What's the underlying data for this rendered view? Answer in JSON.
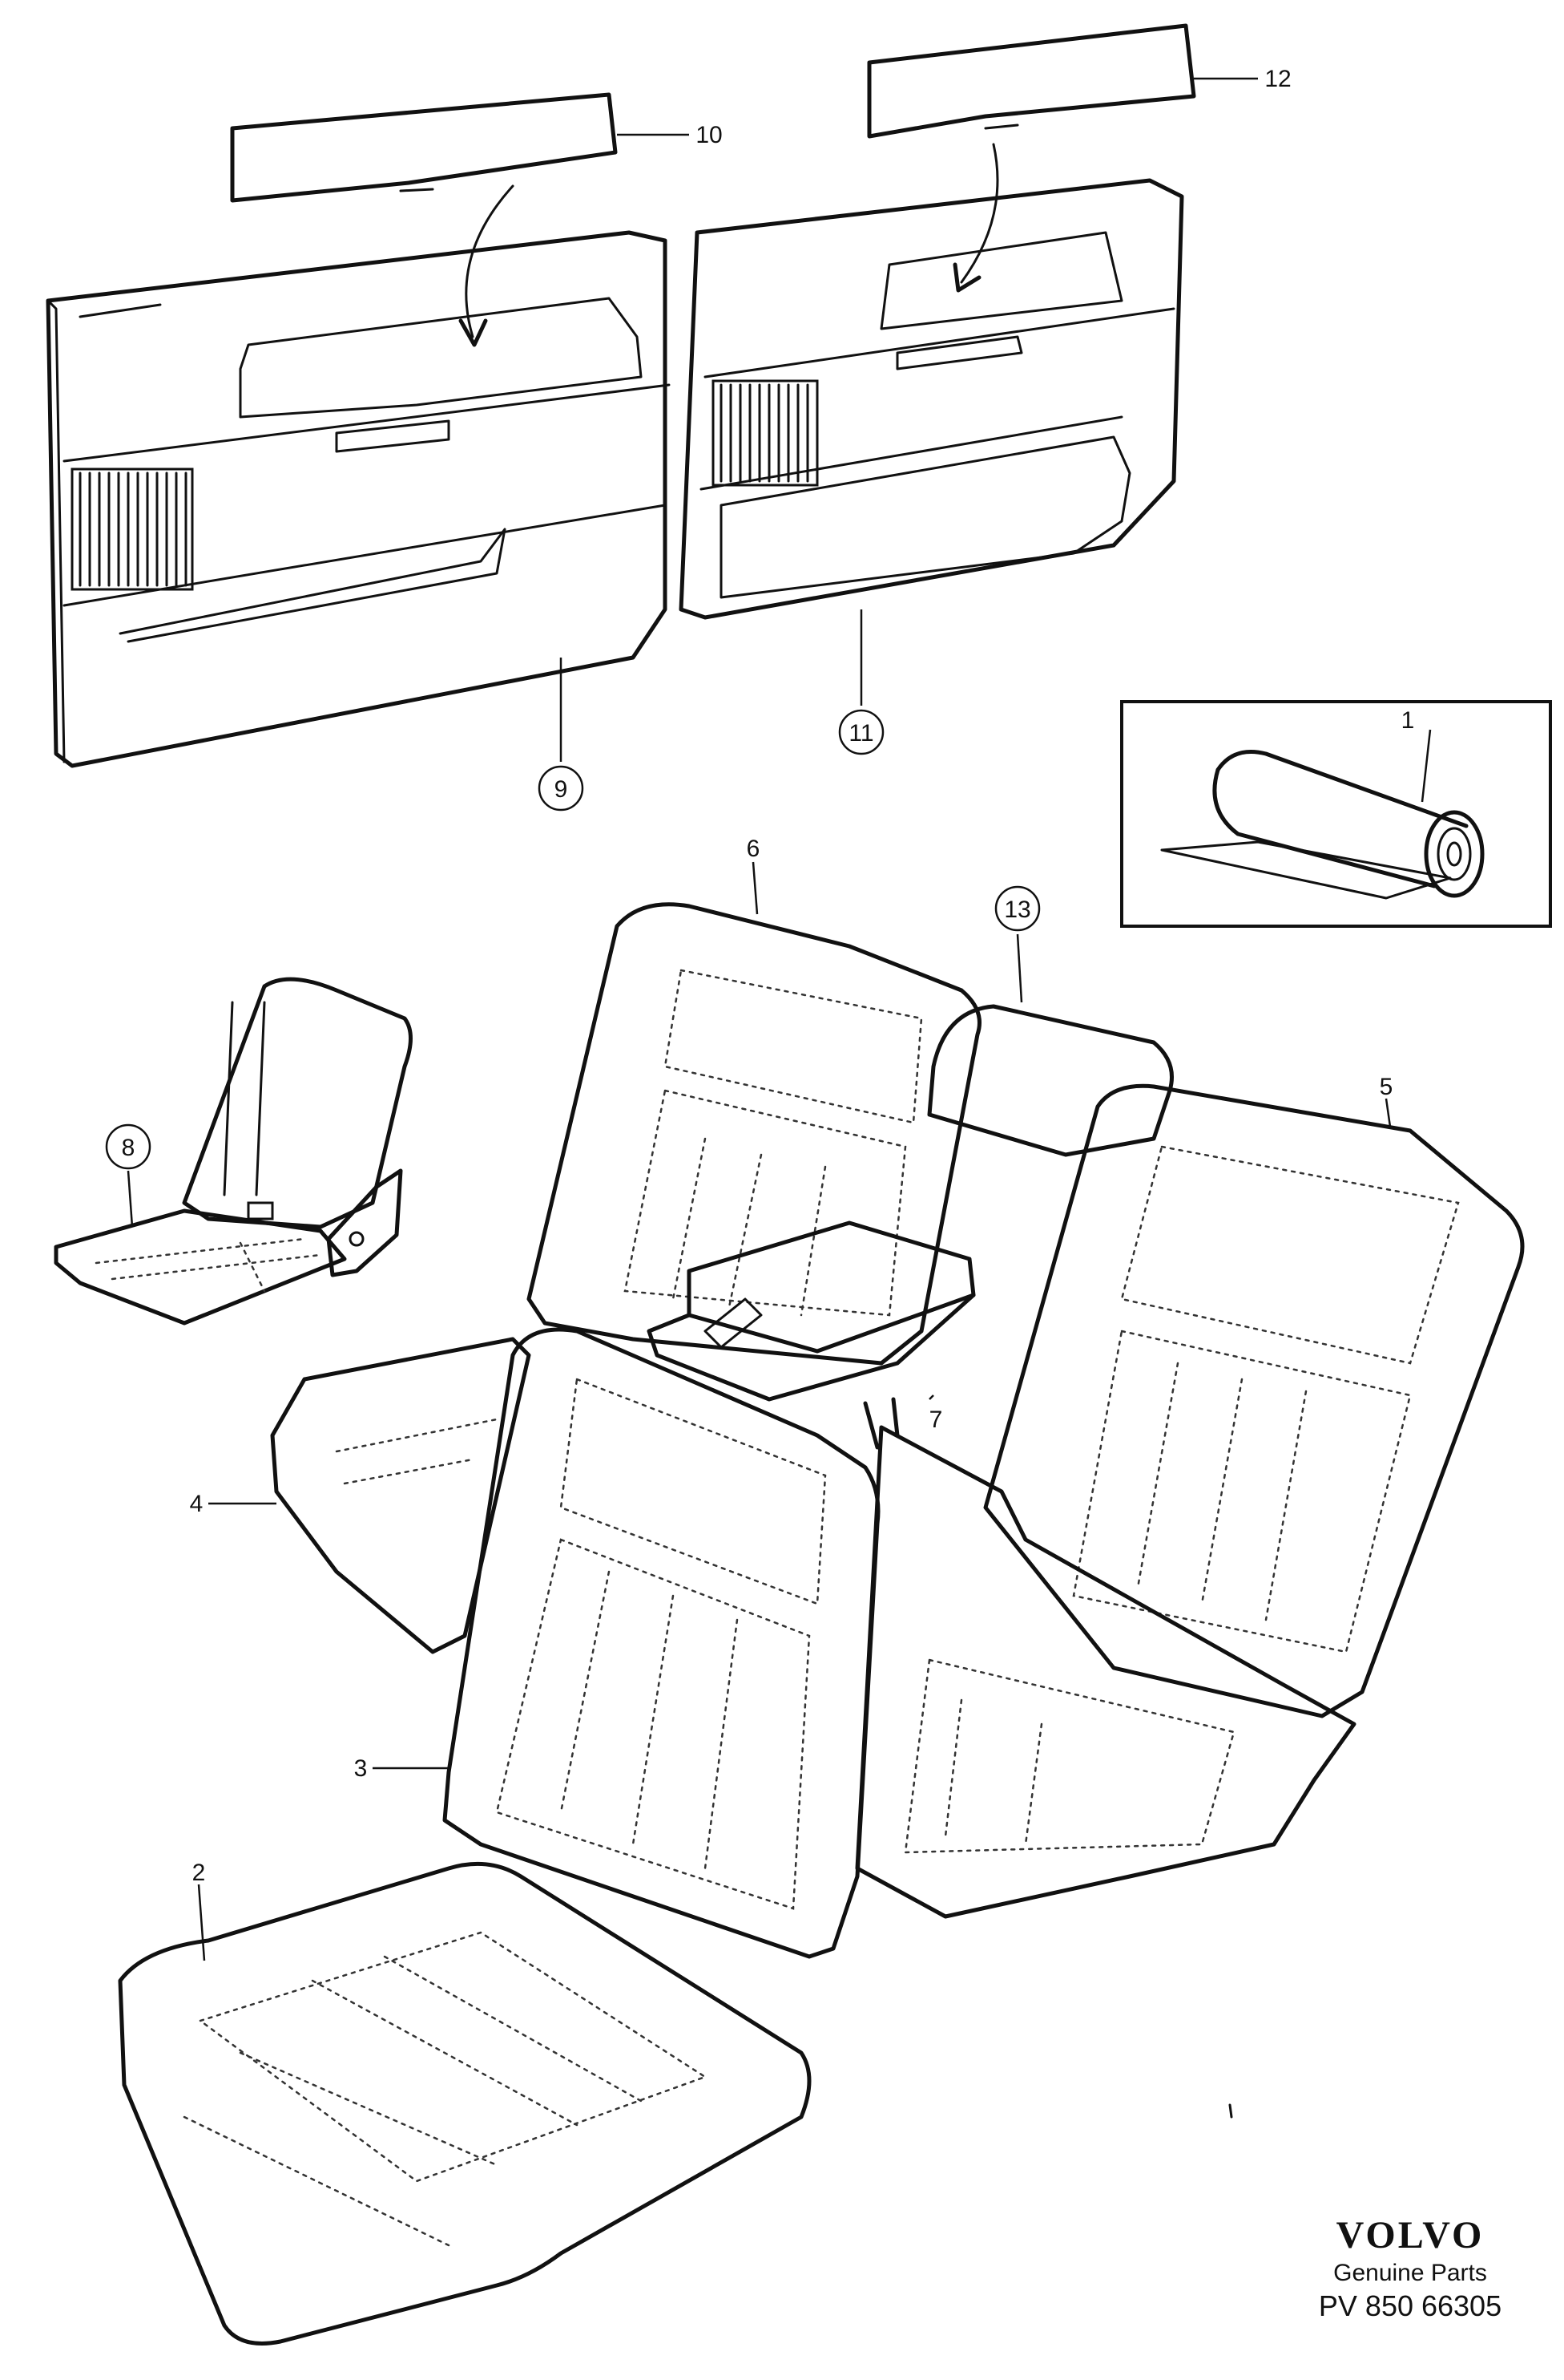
{
  "callouts": [
    {
      "id": "1",
      "circled": false
    },
    {
      "id": "2",
      "circled": false
    },
    {
      "id": "3",
      "circled": false
    },
    {
      "id": "4",
      "circled": false
    },
    {
      "id": "5",
      "circled": false
    },
    {
      "id": "6",
      "circled": false
    },
    {
      "id": "7",
      "circled": false
    },
    {
      "id": "8",
      "circled": true
    },
    {
      "id": "9",
      "circled": true
    },
    {
      "id": "10",
      "circled": false
    },
    {
      "id": "11",
      "circled": true
    },
    {
      "id": "12",
      "circled": false
    },
    {
      "id": "13",
      "circled": true
    }
  ],
  "brand": {
    "title": "VOLVO",
    "subtitle": "Genuine Parts",
    "code": "PV 850  66305"
  }
}
